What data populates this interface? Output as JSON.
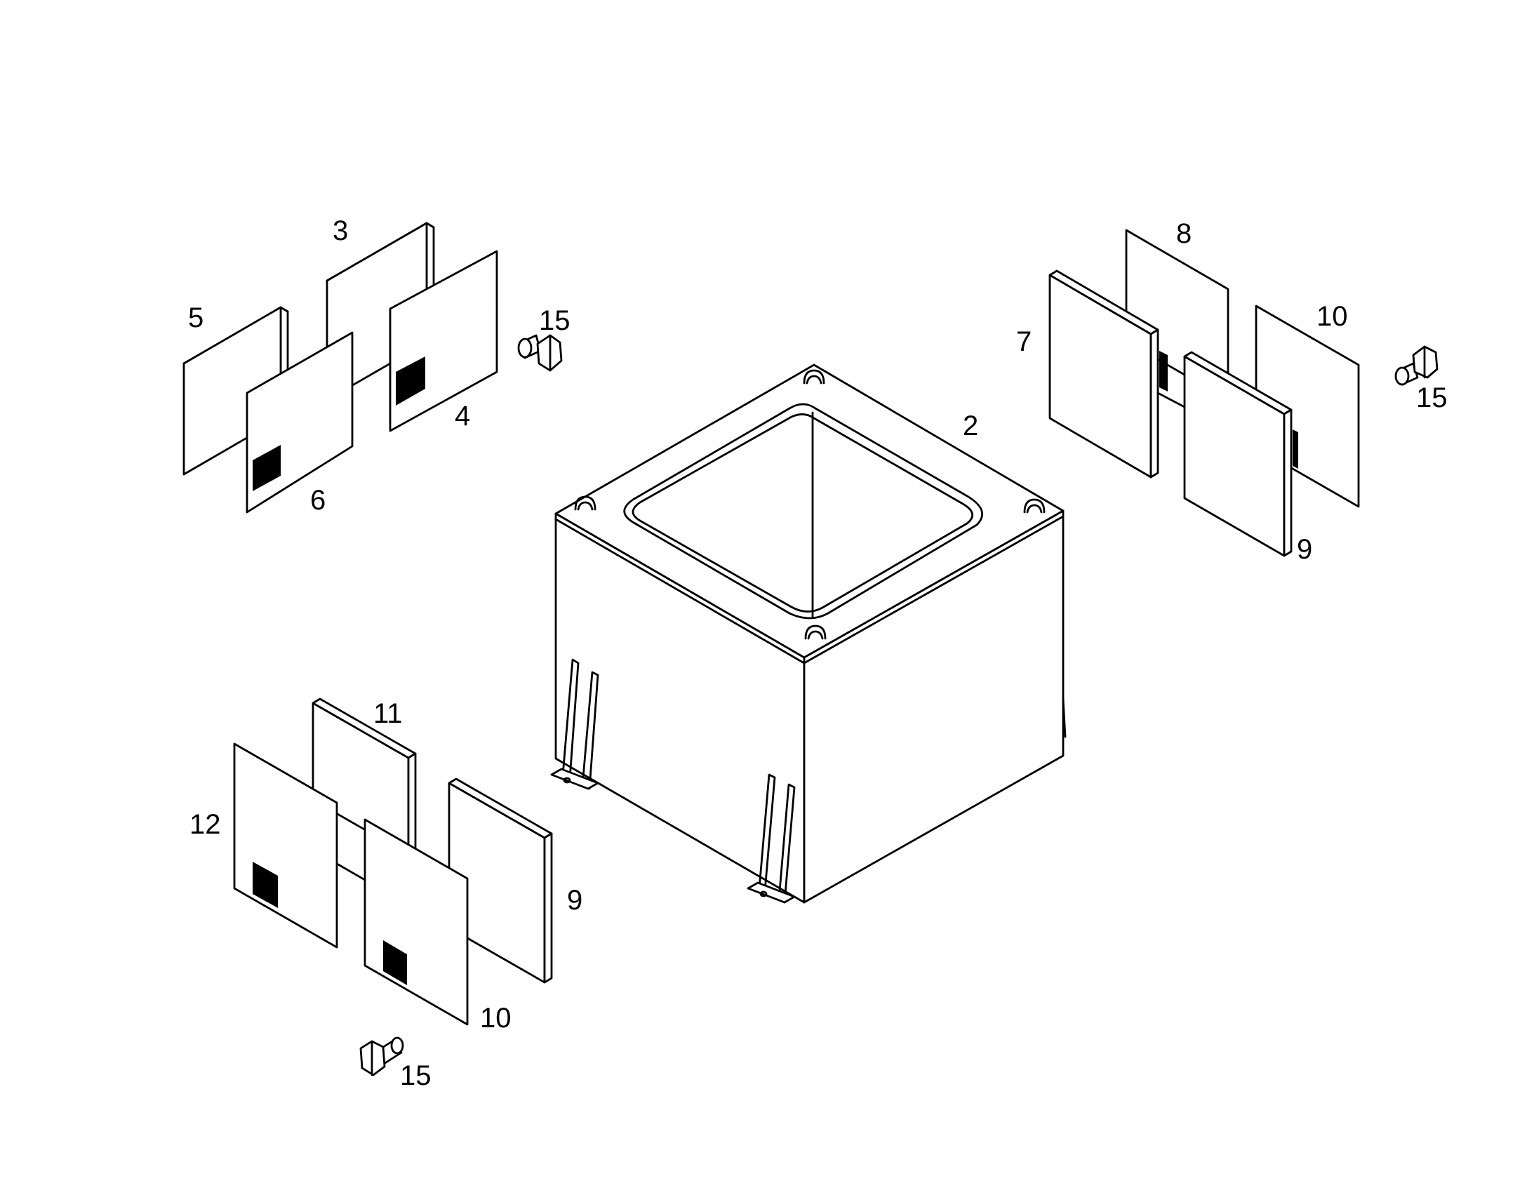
{
  "diagram": {
    "callouts": {
      "housing": "2",
      "panel_top_back": "3",
      "sheet_top_right": "4",
      "panel_top_left": "5",
      "sheet_top_front": "6",
      "panel_right_front": "7",
      "sheet_right_back": "8",
      "panel_right_mid": "9",
      "sheet_right_far": "10",
      "panel_bottom_right": "9",
      "sheet_bottom_front": "10",
      "panel_bottom_back": "11",
      "sheet_bottom_left": "12",
      "bolt_top": "15",
      "bolt_right": "15",
      "bolt_bottom": "15"
    }
  }
}
